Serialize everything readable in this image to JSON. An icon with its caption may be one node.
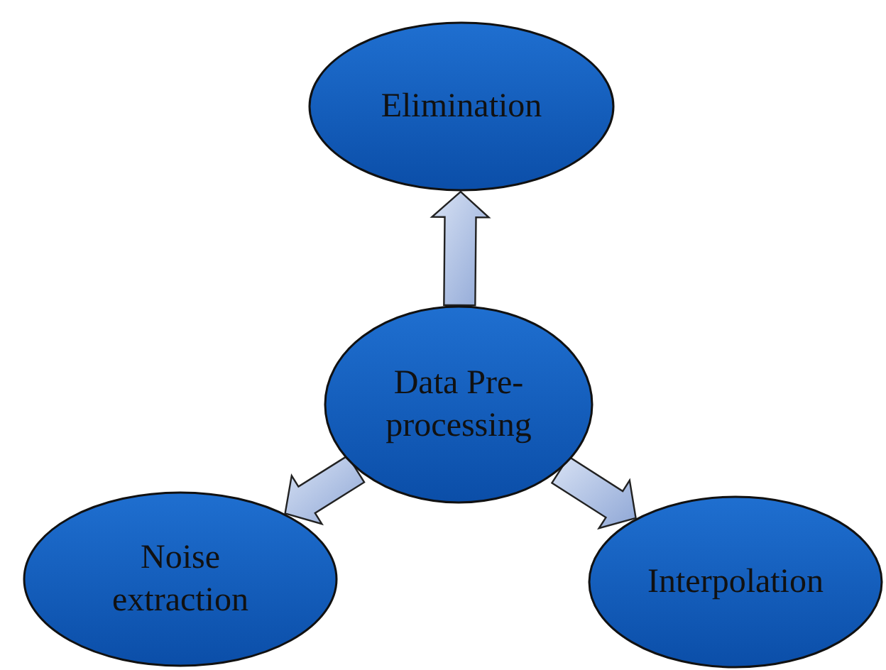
{
  "diagram": {
    "nodes": [
      {
        "text": [
          "Elimination"
        ]
      },
      {
        "text": [
          "Data Pre-processing"
        ]
      },
      {
        "text": [
          "Noise extraction"
        ]
      },
      {
        "text": [
          "Interpolation"
        ]
      }
    ],
    "edges": [
      {
        "from": 1,
        "to": 0,
        "arrow": "to"
      },
      {
        "from": 1,
        "to": 2,
        "arrow": "to"
      },
      {
        "from": 1,
        "to": 3,
        "arrow": "to"
      }
    ]
  }
}
